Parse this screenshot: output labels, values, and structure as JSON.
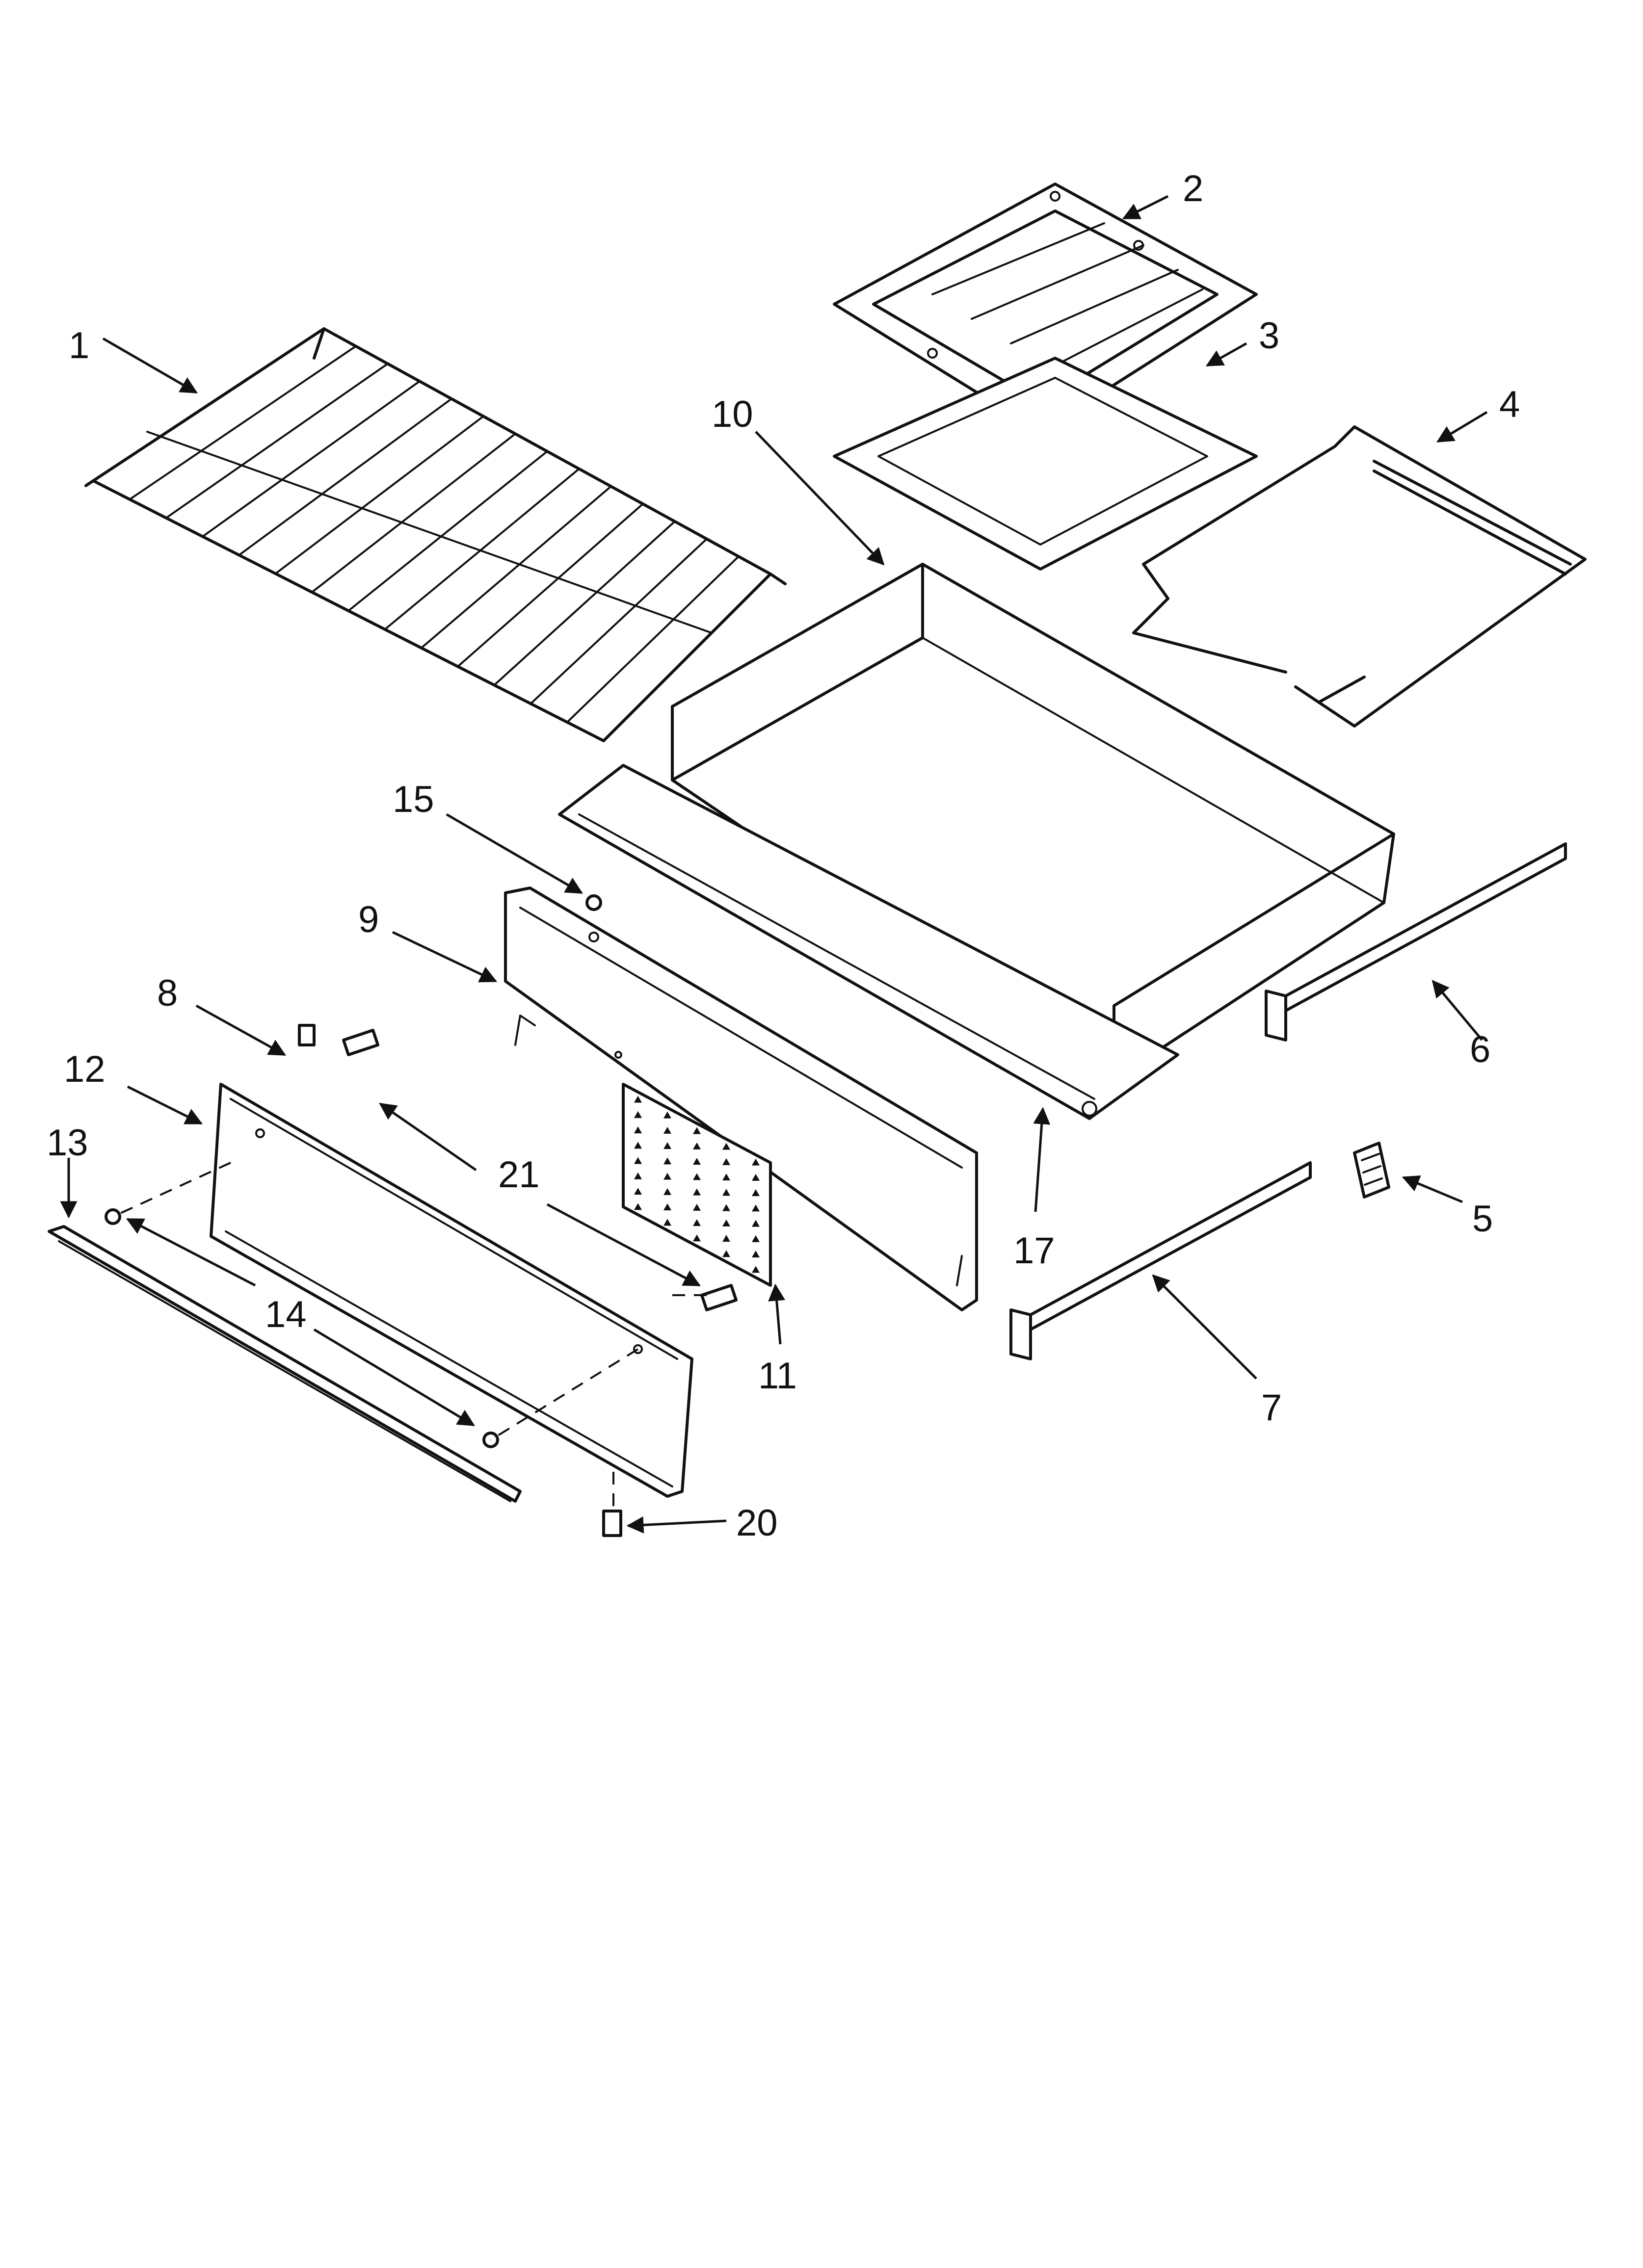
{
  "diagram": {
    "callouts": [
      {
        "id": "c1",
        "label": "1"
      },
      {
        "id": "c2",
        "label": "2"
      },
      {
        "id": "c3",
        "label": "3"
      },
      {
        "id": "c4",
        "label": "4"
      },
      {
        "id": "c5",
        "label": "5"
      },
      {
        "id": "c6",
        "label": "6"
      },
      {
        "id": "c7",
        "label": "7"
      },
      {
        "id": "c8",
        "label": "8"
      },
      {
        "id": "c9",
        "label": "9"
      },
      {
        "id": "c10",
        "label": "10"
      },
      {
        "id": "c11",
        "label": "11"
      },
      {
        "id": "c12",
        "label": "12"
      },
      {
        "id": "c13",
        "label": "13"
      },
      {
        "id": "c14",
        "label": "14"
      },
      {
        "id": "c15",
        "label": "15"
      },
      {
        "id": "c17",
        "label": "17"
      },
      {
        "id": "c20",
        "label": "20"
      },
      {
        "id": "c21",
        "label": "21"
      }
    ],
    "colors": {
      "line": "#111111",
      "background": "#ffffff"
    }
  }
}
